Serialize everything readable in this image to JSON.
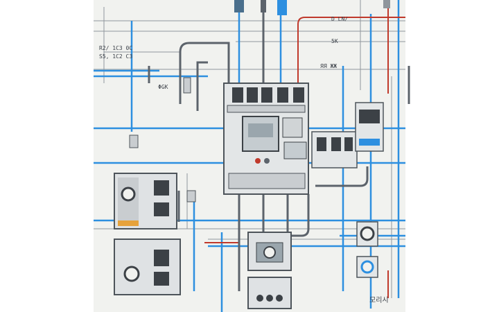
{
  "labels": {
    "top_left_code": "R2/ 1C3 0C",
    "top_left_code2": "S5, 1C2 C3",
    "left_mid_tag": "ΦGK",
    "top_right_tag": "D LN/",
    "top_right_tag2": "5K",
    "right_mid_tag": "ЯЯ ЖЖ",
    "watermark": "모리시"
  },
  "colors": {
    "paper": "#f1f2ef",
    "pipe_blue": "#2d8fe0",
    "pipe_red": "#c0392b",
    "steel": "#5c636b",
    "panel": "#dfe2e4",
    "screen": "#9aa6ad"
  }
}
